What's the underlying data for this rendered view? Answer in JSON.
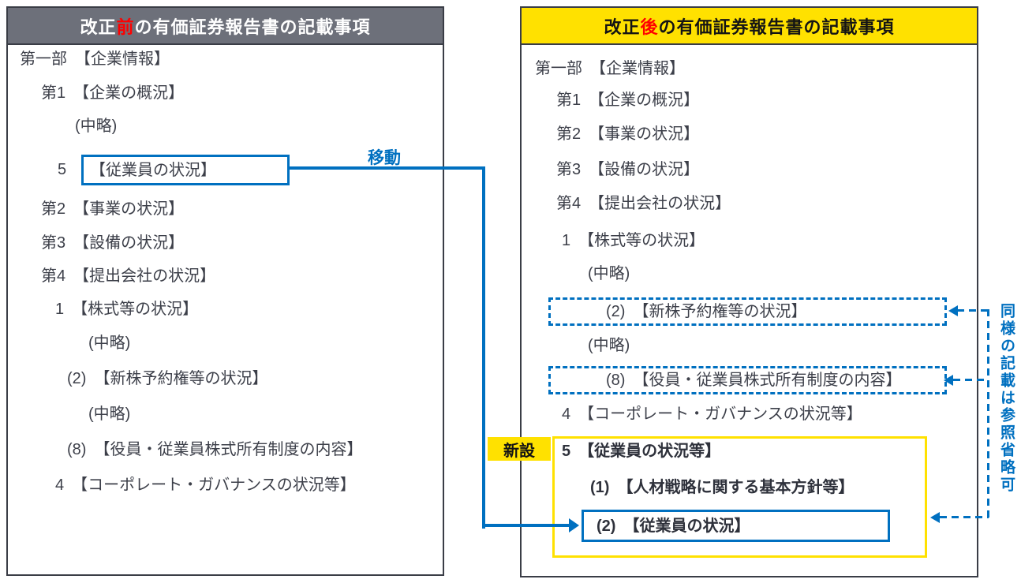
{
  "colors": {
    "accent_blue": "#0070C0",
    "accent_yellow": "#FFE100",
    "header_gray": "#6D707A",
    "border_dark": "#3A3D46",
    "highlight_red": "#FF0000",
    "text": "#3C3F49"
  },
  "panels": {
    "before": {
      "title_prefix": "改正",
      "title_highlight": "前",
      "title_suffix": "の有価証券報告書の記載事項",
      "items": [
        "第一部　【企業情報】",
        "第1　【企業の概況】",
        "(中略)",
        "第2　【事業の状況】",
        "第3　【設備の状況】",
        "第4　【提出会社の状況】",
        "1　【株式等の状況】",
        "(中略)",
        "(2)　【新株予約権等の状況】",
        "(中略)",
        "(8)　【役員・従業員株式所有制度の内容】",
        "4　【コーポレート・ガバナンスの状況等】"
      ],
      "moved_item_num": "5",
      "moved_item_label": "【従業員の状況】"
    },
    "after": {
      "title_prefix": "改正",
      "title_highlight": "後",
      "title_suffix": "の有価証券報告書の記載事項",
      "items": [
        "第一部　【企業情報】",
        "第1　【企業の概況】",
        "第2　【事業の状況】",
        "第3　【設備の状況】",
        "第4　【提出会社の状況】",
        "1　【株式等の状況】",
        "(中略)",
        "(中略)",
        "4　【コーポレート・ガバナンスの状況等】"
      ],
      "ref_item_2": "(2)　【新株予約権等の状況】",
      "ref_item_8": "(8)　【役員・従業員株式所有制度の内容】",
      "new_section_heading": "5　【従業員の状況等】",
      "new_section_sub1": "(1)　【人材戦略に関する基本方針等】",
      "new_section_sub2": "(2)　【従業員の状況】"
    }
  },
  "annotations": {
    "move_label": "移動",
    "new_label": "新設",
    "side_note": "同様の記載は参照省略可"
  }
}
